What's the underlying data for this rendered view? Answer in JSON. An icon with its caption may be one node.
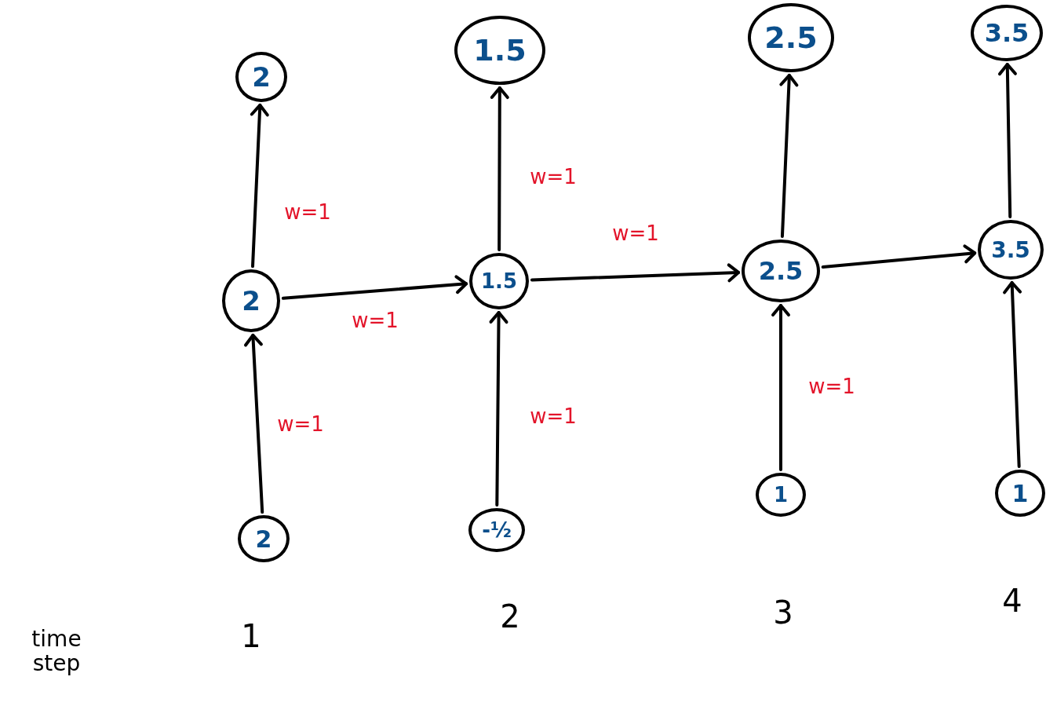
{
  "diagram": {
    "nodes": [
      {
        "text": [
          "2"
        ]
      },
      {
        "text": [
          "1.5"
        ]
      },
      {
        "text": [
          "2.5"
        ]
      },
      {
        "text": [
          "3.5"
        ]
      },
      {
        "text": [
          "2"
        ]
      },
      {
        "text": [
          "1.5"
        ]
      },
      {
        "text": [
          "2.5"
        ]
      },
      {
        "text": [
          "3.5"
        ]
      },
      {
        "text": [
          "2"
        ]
      },
      {
        "text": [
          "-½"
        ]
      },
      {
        "text": [
          "1"
        ]
      },
      {
        "text": [
          "1"
        ]
      }
    ],
    "edges": [
      {
        "from": 8,
        "to": 4,
        "arrow": "to",
        "label": "w=1"
      },
      {
        "from": 4,
        "to": 0,
        "arrow": "to",
        "label": "w=1"
      },
      {
        "from": 4,
        "to": 5,
        "arrow": "to",
        "label": "w=1"
      },
      {
        "from": 9,
        "to": 5,
        "arrow": "to",
        "label": "w=1"
      },
      {
        "from": 5,
        "to": 1,
        "arrow": "to",
        "label": "w=1"
      },
      {
        "from": 5,
        "to": 6,
        "arrow": "to",
        "label": "w=1"
      },
      {
        "from": 10,
        "to": 6,
        "arrow": "to",
        "label": "w=1"
      },
      {
        "from": 6,
        "to": 2,
        "arrow": "to"
      },
      {
        "from": 6,
        "to": 7,
        "arrow": "to"
      },
      {
        "from": 11,
        "to": 7,
        "arrow": "to"
      },
      {
        "from": 7,
        "to": 3,
        "arrow": "to"
      }
    ],
    "labels": [
      "time step",
      "1",
      "2",
      "3",
      "4"
    ]
  }
}
